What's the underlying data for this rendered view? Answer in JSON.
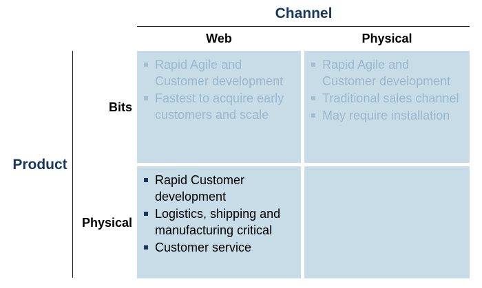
{
  "channel": {
    "title": "Channel",
    "columns": [
      "Web",
      "Physical"
    ]
  },
  "product": {
    "title": "Product",
    "rows": [
      "Bits",
      "Physical"
    ]
  },
  "cells": {
    "bits_web": {
      "style": "faded",
      "items": [
        "Rapid Agile and Customer development",
        "Fastest to acquire early customers and scale"
      ]
    },
    "bits_physical": {
      "style": "faded",
      "items": [
        "Rapid Agile and Customer development",
        "Traditional sales channel",
        "May require installation"
      ]
    },
    "physical_web": {
      "style": "active",
      "items": [
        "Rapid Customer development",
        "Logistics, shipping and manufacturing critical",
        "Customer service"
      ]
    },
    "physical_physical": {
      "style": "empty",
      "items": []
    }
  },
  "colors": {
    "heading": "#17375e",
    "cell_fill": "#c7dce7",
    "faded_text": "#9bb7cc",
    "active_bullet": "#17375e"
  }
}
